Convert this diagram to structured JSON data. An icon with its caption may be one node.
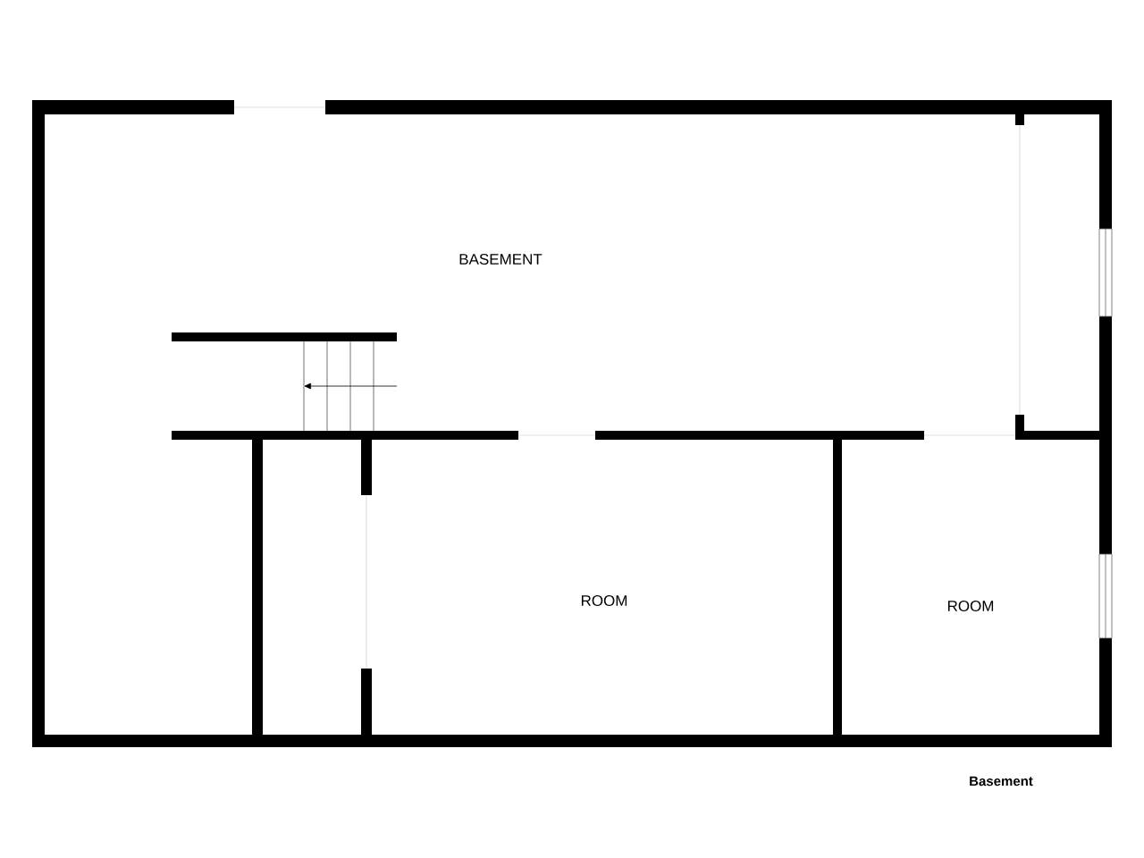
{
  "diagram": {
    "caption": "Basement",
    "labels": [
      "BASEMENT",
      "ROOM",
      "ROOM"
    ]
  }
}
